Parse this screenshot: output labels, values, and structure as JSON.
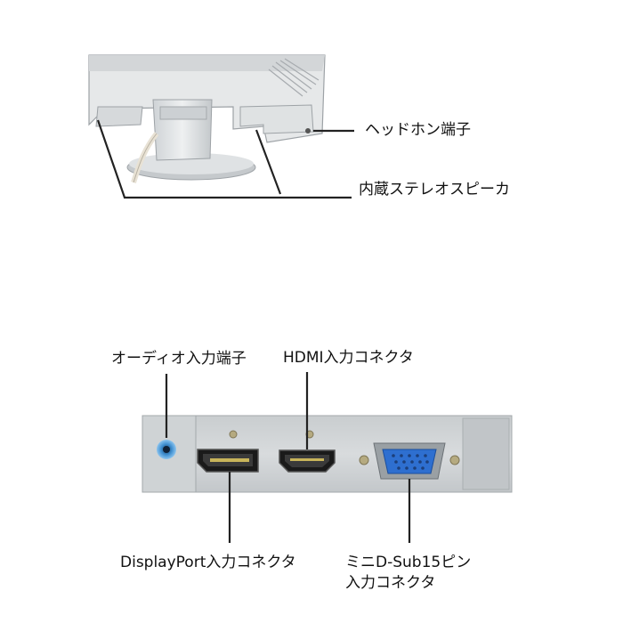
{
  "monitor_rear": {
    "callouts": {
      "headphone": "ヘッドホン端子",
      "speaker": "内蔵ステレオスピーカ"
    }
  },
  "ports_panel": {
    "callouts": {
      "audio_in": "オーディオ入力端子",
      "hdmi": "HDMI入力コネクタ",
      "displayport": "DisplayPort入力コネクタ",
      "dsub_line1": "ミニD-Sub15ピン",
      "dsub_line2": "入力コネクタ"
    }
  }
}
